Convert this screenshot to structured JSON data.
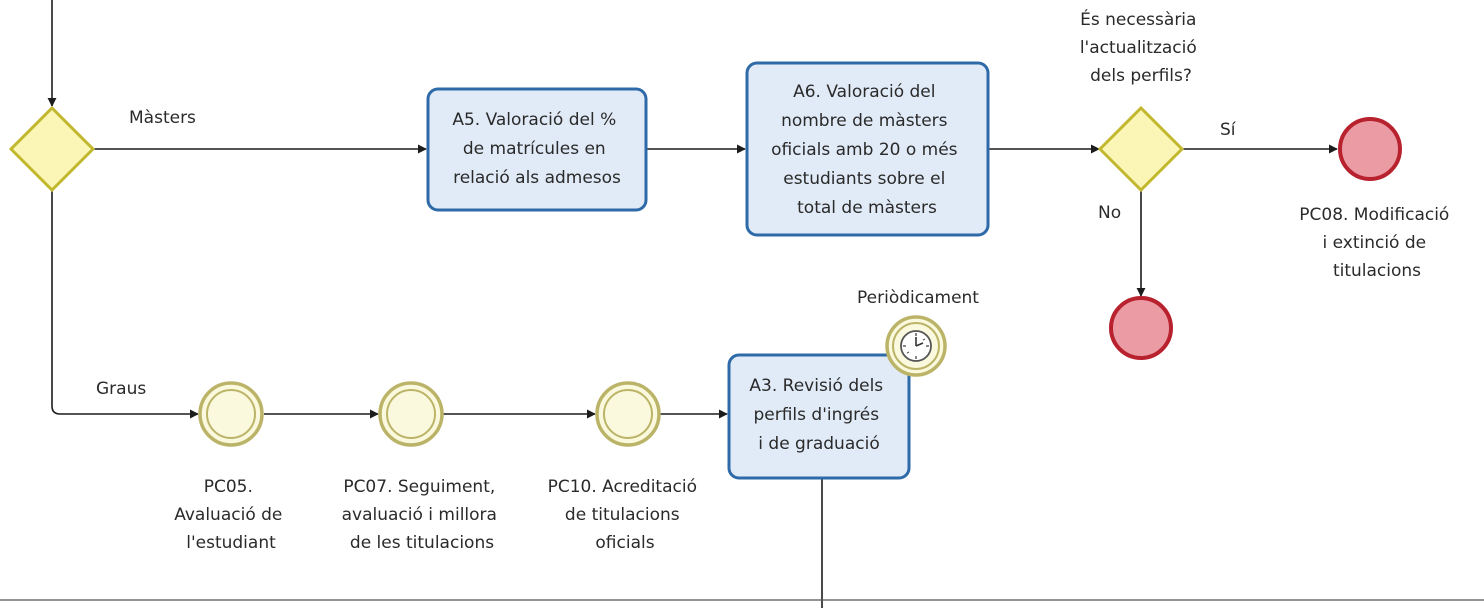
{
  "gateway_labels": {
    "masters": "Màsters",
    "graus": "Graus",
    "si": "Sí",
    "no": "No"
  },
  "decision": {
    "lines": [
      "És necessària",
      "l'actualització",
      "dels perfils?"
    ]
  },
  "tasks": {
    "a5": [
      "A5. Valoració del %",
      "de matrícules en",
      "relació als admesos"
    ],
    "a6": [
      "A6. Valoració del",
      "nombre de màsters",
      "oficials amb 20 o més",
      "estudiants sobre el",
      "total de màsters"
    ],
    "a3": [
      "A3. Revisió dels",
      "perfils d'ingrés",
      "i de graduació"
    ]
  },
  "timer": {
    "label": "Periòdicament",
    "icon": "clock-icon"
  },
  "events": {
    "pc05": [
      "PC05.",
      "Avaluació de",
      "l'estudiant"
    ],
    "pc07": [
      "PC07. Seguiment,",
      "avaluació i millora",
      "de les titulacions"
    ],
    "pc10": [
      "PC10. Acreditació",
      "de titulacions",
      "oficials"
    ],
    "pc08": [
      "PC08. Modificació",
      "i extinció de",
      "titulacions"
    ]
  },
  "colors": {
    "task_fill": "#e1ebf7",
    "task_stroke": "#2e6aa8",
    "gateway_fill": "#fbf6b5",
    "gateway_stroke": "#c2b82f",
    "end_fill": "#ea9ba3",
    "end_stroke": "#b8222e",
    "event_stroke": "#bbb468"
  }
}
